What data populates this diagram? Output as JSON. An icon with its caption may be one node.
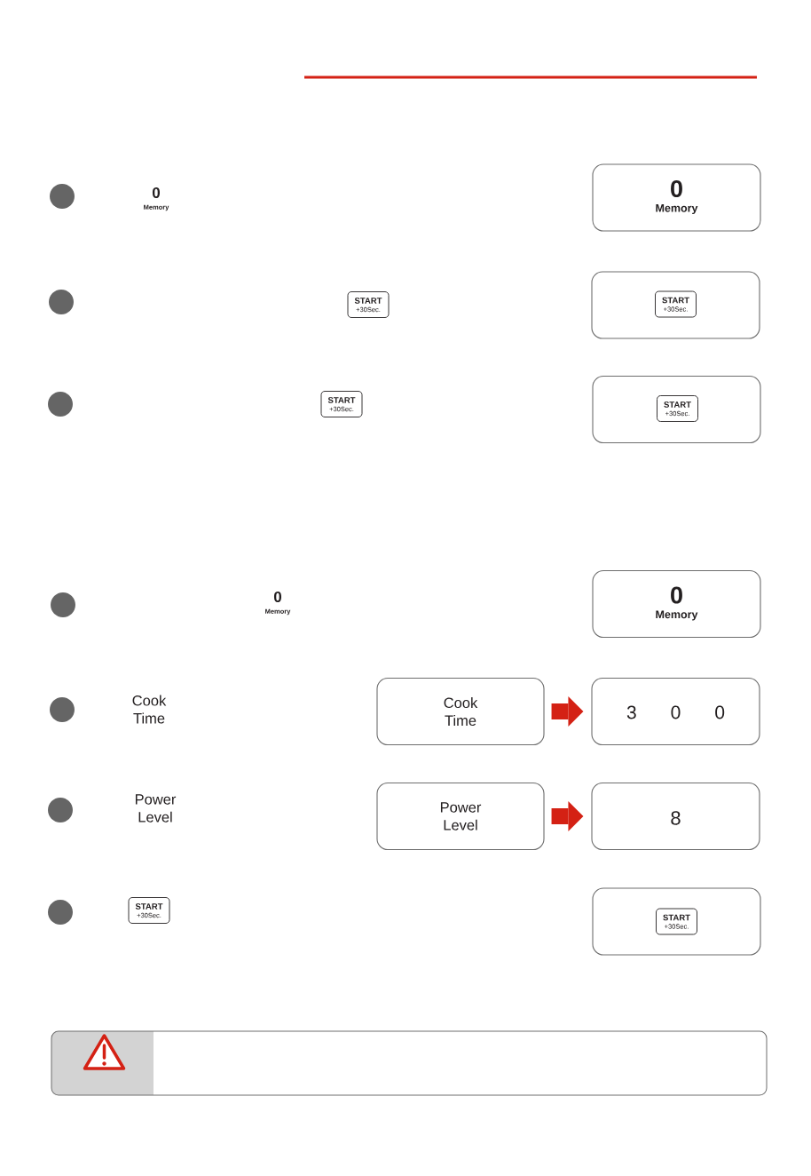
{
  "diagram": {
    "nodes": [
      {
        "text": [
          "0",
          "Memory"
        ]
      },
      {
        "text": [
          "START",
          "+30Sec."
        ]
      },
      {
        "text": [],
        "shape": "box"
      },
      {
        "text": [
          "START",
          "+30Sec."
        ],
        "in": 2
      },
      {
        "text": [
          "START",
          "+30Sec."
        ]
      },
      {
        "text": [],
        "shape": "box"
      },
      {
        "text": [
          "START",
          "+30Sec."
        ],
        "in": 5
      },
      {
        "text": [
          "0",
          "Memory"
        ]
      },
      {
        "text": [
          "Cook Time"
        ]
      },
      {
        "text": [
          "3 0 0"
        ]
      },
      {
        "text": [
          "Power Level"
        ]
      },
      {
        "text": [
          "8"
        ]
      },
      {
        "text": [
          "START",
          "+30Sec."
        ]
      },
      {
        "text": [],
        "shape": "box"
      },
      {
        "text": [
          "START",
          "+30Sec."
        ],
        "in": 13
      }
    ],
    "edges": [
      {
        "from": 8,
        "to": 9,
        "arrow": "to",
        "color": "#d42114"
      },
      {
        "from": 10,
        "to": 11,
        "arrow": "to",
        "color": "#d42114"
      }
    ],
    "labels": [
      "0",
      "Memory",
      "0",
      "Memory",
      "Cook Time",
      "Power Level"
    ]
  }
}
